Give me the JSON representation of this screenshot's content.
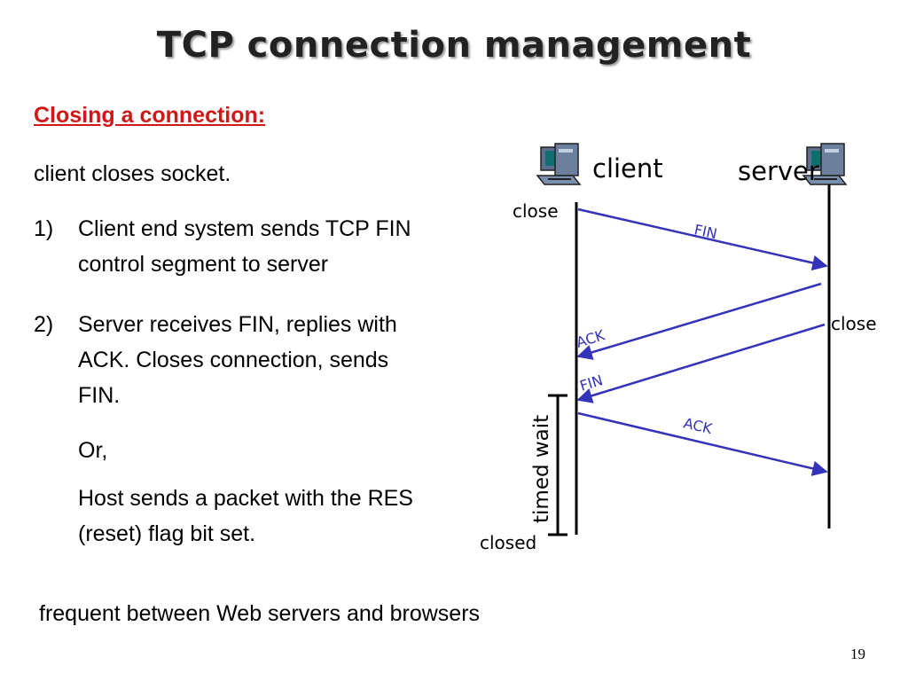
{
  "title": "TCP connection management",
  "heading": "Closing a connection:",
  "intro": "client closes socket.",
  "steps": [
    {
      "num": "1)",
      "lines": [
        "Client end system sends TCP FIN",
        "control segment to server"
      ]
    },
    {
      "num": "2)",
      "lines": [
        "Server receives FIN, replies with",
        "ACK. Closes connection, sends",
        "FIN."
      ]
    }
  ],
  "or_text": "Or,",
  "reset_lines": [
    "Host sends a packet with the RES",
    "(reset) flag bit set."
  ],
  "footer": "frequent between Web servers and browsers",
  "page_number": "19",
  "diagram": {
    "client_label": "client",
    "server_label": "server",
    "client_close": "close",
    "server_close": "close",
    "closed": "closed",
    "timed_wait": "timed wait",
    "messages": [
      "FIN",
      "ACK",
      "FIN",
      "ACK"
    ],
    "arrow_color": "#3333bb"
  },
  "colors": {
    "heading": "#d01818"
  }
}
